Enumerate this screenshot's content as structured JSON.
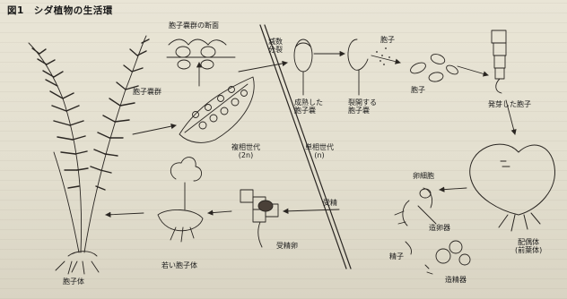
{
  "figure": {
    "title": "図1　シダ植物の生活環"
  },
  "labels": {
    "sorus_section": "胞子嚢群の断面",
    "sorus": "胞子嚢群",
    "reduction_division": [
      "減数",
      "分裂"
    ],
    "mature_sporangium": [
      "成熟した",
      "胞子嚢"
    ],
    "dehiscing_sporangium": [
      "裂開する",
      "胞子嚢"
    ],
    "spore_right": "胞子",
    "spore_center": "胞子",
    "germinated_spore": "発芽した胞子",
    "sporophyte_generation": [
      "複相世代",
      "(2n)"
    ],
    "gametophyte_generation": [
      "単相世代",
      "(n)"
    ],
    "fertilization": "受精",
    "fertilized_egg": "受精卵",
    "egg_cell": "卵細胞",
    "archegonium": "造卵器",
    "gametophyte": [
      "配偶体",
      "(前葉体)"
    ],
    "sperm": "精子",
    "antheridium": "造精器",
    "sporophyte": "胞子体",
    "young_sporophyte": "若い胞子体"
  }
}
